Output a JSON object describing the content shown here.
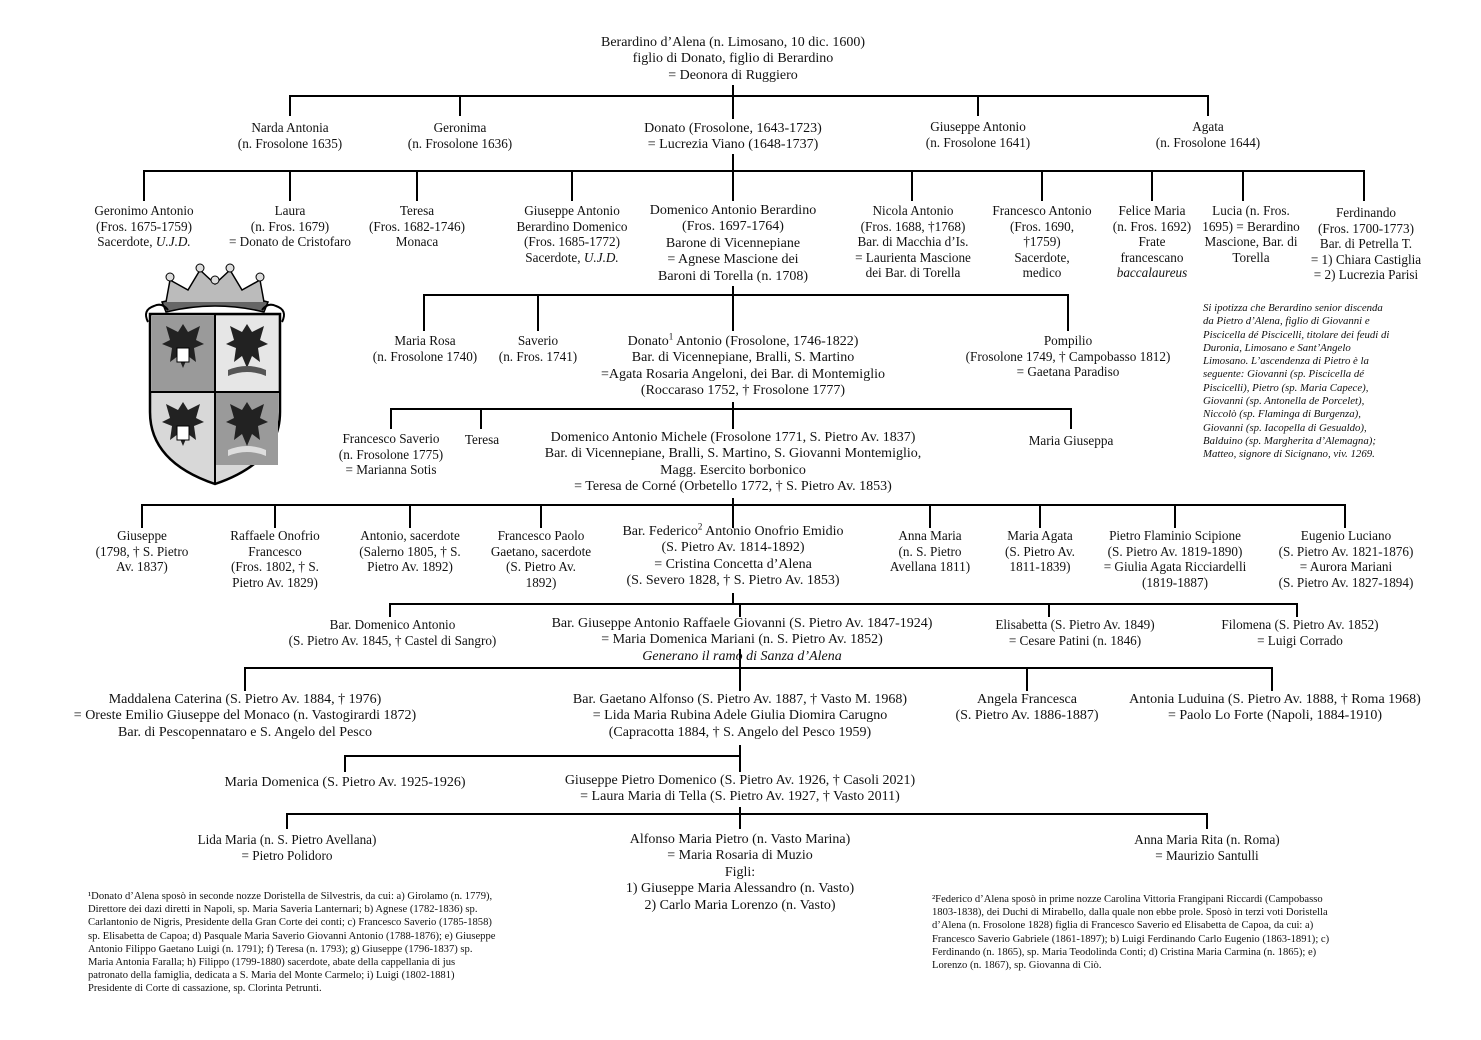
{
  "persons": {
    "berardino": [
      "Berardino d’Alena (n. Limosano, 10 dic. 1600)",
      "figlio di Donato, figlio di Berardino",
      "= Deonora di Ruggiero"
    ],
    "narda": [
      "Narda Antonia",
      "(n. Frosolone 1635)"
    ],
    "geronima": [
      "Geronima",
      "(n. Frosolone 1636)"
    ],
    "donato": [
      "Donato (Frosolone, 1643-1723)",
      "= Lucrezia Viano (1648-1737)"
    ],
    "giuseppe_antonio": [
      "Giuseppe Antonio",
      "(n. Frosolone 1641)"
    ],
    "agata": [
      "Agata",
      "(n. Frosolone 1644)"
    ],
    "geronimo_antonio": [
      "Geronimo Antonio",
      "(Fros. 1675-1759)",
      "Sacerdote, "
    ],
    "geronimo_ujd": "U.J.D.",
    "laura": [
      "Laura",
      "(n. Fros. 1679)",
      "= Donato de Cristofaro"
    ],
    "teresa1": [
      "Teresa",
      "(Fros. 1682-1746)",
      "Monaca"
    ],
    "giuseppe_antonio_bd": [
      "Giuseppe Antonio",
      "Berardino Domenico",
      "(Fros. 1685-1772)",
      "Sacerdote, "
    ],
    "giuseppe_ujd": "U.J.D.",
    "domenico_antonio_berardino": [
      "Domenico Antonio Berardino",
      "(Fros. 1697-1764)",
      "Barone di Vicennepiane",
      "= Agnese Mascione dei",
      "Baroni di Torella (n. 1708)"
    ],
    "nicola_antonio": [
      "Nicola Antonio",
      "(Fros. 1688, †1768)",
      "Bar. di Macchia d’Is.",
      "= Laurienta Mascione",
      "dei Bar. di Torella"
    ],
    "francesco_antonio": [
      "Francesco Antonio",
      "(Fros. 1690,",
      "†1759)",
      "Sacerdote,",
      "medico"
    ],
    "felice_maria": [
      "Felice Maria",
      "(n. Fros. 1692)",
      "Frate",
      "francescano"
    ],
    "felice_baccalaureus": "baccalaureus",
    "lucia": [
      "Lucia (n. Fros.",
      "1695) = Berardino",
      "Mascione, Bar. di",
      "Torella"
    ],
    "ferdinando": [
      "Ferdinando",
      "(Fros. 1700-1773)",
      "Bar. di Petrella T.",
      "= 1) Chiara Castiglia",
      "= 2) Lucrezia Parisi"
    ],
    "maria_rosa": [
      "Maria Rosa",
      "(n. Frosolone 1740)"
    ],
    "saverio": [
      "Saverio",
      "(n. Fros. 1741)"
    ],
    "donato2_pre": "Donato",
    "donato2_sup": "1",
    "donato2_post": " Antonio (Frosolone, 1746-1822)",
    "donato2": [
      "Bar. di Vicennepiane, Bralli, S. Martino",
      "=Agata Rosaria Angeloni, dei Bar. di Montemiglio",
      "(Roccaraso 1752, † Frosolone 1777)"
    ],
    "pompilio": [
      "Pompilio",
      "(Frosolone 1749, † Campobasso 1812)",
      "= Gaetana Paradiso"
    ],
    "francesco_saverio": [
      "Francesco Saverio",
      "(n. Frosolone 1775)",
      "= Marianna Sotis"
    ],
    "teresa2": [
      "Teresa"
    ],
    "domenico_antonio_michele": [
      "Domenico Antonio Michele (Frosolone 1771, S. Pietro Av. 1837)",
      "Bar. di Vicennepiane, Bralli, S. Martino, S. Giovanni Montemiglio,",
      "Magg. Esercito borbonico",
      "= Teresa de Corné (Orbetello 1772, † S. Pietro Av. 1853)"
    ],
    "maria_giuseppa": [
      "Maria Giuseppa"
    ],
    "giuseppe1798": [
      "Giuseppe",
      "(1798, † S. Pietro",
      "Av. 1837)"
    ],
    "raffaele": [
      "Raffaele Onofrio",
      "Francesco",
      "(Fros. 1802, † S.",
      "Pietro Av. 1829)"
    ],
    "antonio_sac": [
      "Antonio, sacerdote",
      "(Salerno 1805, † S.",
      "Pietro Av. 1892)"
    ],
    "francesco_paolo": [
      "Francesco Paolo",
      "Gaetano, sacerdote",
      "(S. Pietro Av.",
      "1892)"
    ],
    "federico_pre": "Bar. Federico",
    "federico_sup": "2",
    "federico_post": " Antonio Onofrio Emidio",
    "federico": [
      "(S. Pietro Av. 1814-1892)",
      "= Cristina Concetta d’Alena",
      "(S. Severo 1828, † S. Pietro Av. 1853)"
    ],
    "anna_maria": [
      "Anna Maria",
      "(n. S. Pietro",
      "Avellana 1811)"
    ],
    "maria_agata": [
      "Maria Agata",
      "(S. Pietro Av.",
      "1811-1839)"
    ],
    "pietro_flaminio": [
      "Pietro Flaminio Scipione",
      "(S. Pietro Av. 1819-1890)",
      "= Giulia Agata Ricciardelli",
      "(1819-1887)"
    ],
    "eugenio": [
      "Eugenio Luciano",
      "(S. Pietro Av. 1821-1876)",
      "= Aurora Mariani",
      "(S. Pietro Av. 1827-1894)"
    ],
    "domenico_antonio_bar": [
      "Bar. Domenico Antonio",
      "(S. Pietro Av. 1845, † Castel di Sangro)"
    ],
    "giuseppe_raffaele": [
      "Bar. Giuseppe Antonio Raffaele Giovanni (S. Pietro Av. 1847-1924)",
      "= Maria Domenica Mariani (n. S. Pietro Av. 1852)"
    ],
    "generano": "Generano il ramo di Sanza d’Alena",
    "elisabetta": [
      "Elisabetta (S. Pietro Av. 1849)",
      "= Cesare Patini (n. 1846)"
    ],
    "filomena": [
      "Filomena (S. Pietro Av. 1852)",
      "= Luigi Corrado"
    ],
    "maddalena": [
      "Maddalena Caterina (S. Pietro Av. 1884, † 1976)",
      "= Oreste Emilio Giuseppe del Monaco (n. Vastogirardi 1872)",
      "Bar. di Pescopennataro e S. Angelo del Pesco"
    ],
    "gaetano": [
      "Bar. Gaetano Alfonso (S. Pietro Av. 1887, † Vasto M. 1968)",
      "= Lida Maria Rubina Adele Giulia Diomira Carugno",
      "(Capracotta 1884, † S. Angelo del Pesco 1959)"
    ],
    "angela": [
      "Angela Francesca",
      "(S. Pietro Av. 1886-1887)"
    ],
    "antonia": [
      "Antonia Luduina (S. Pietro Av. 1888, † Roma 1968)",
      "= Paolo Lo Forte (Napoli, 1884-1910)"
    ],
    "maria_domenica": [
      "Maria Domenica (S. Pietro Av. 1925-1926)"
    ],
    "giuseppe_pietro": [
      "Giuseppe Pietro Domenico (S. Pietro Av. 1926, † Casoli 2021)",
      "= Laura Maria di Tella (S. Pietro Av. 1927, † Vasto 2011)"
    ],
    "lida": [
      "Lida Maria (n. S. Pietro Avellana)",
      "= Pietro Polidoro"
    ],
    "alfonso": [
      "Alfonso Maria Pietro (n. Vasto Marina)",
      "= Maria Rosaria di Muzio",
      "Figli:",
      "1) Giuseppe Maria Alessandro (n. Vasto)",
      "2) Carlo Maria Lorenzo (n. Vasto)"
    ],
    "anna_maria_rita": [
      "Anna Maria Rita (n. Roma)",
      "= Maurizio Santulli"
    ]
  },
  "notes": {
    "origin": [
      "Si ipotizza che Berardino senior discenda",
      "da Pietro d’Alena, figlio di Giovanni e",
      "Piscicella dé Piscicelli, titolare dei feudi di",
      "Duronia, Limosano e Sant’Angelo",
      "Limosano. L’ascendenza di Pietro è la",
      "seguente: Giovanni (sp. Piscicella dé",
      "Piscicelli), Pietro (sp. Maria Capece),",
      "Giovanni (sp. Antonella de Porcelet),",
      "Niccolò (sp. Flaminga di Burgenza),",
      "Giovanni (sp. Iacopella di Gesualdo),",
      "Balduino (sp. Margherita d’Alemagna);",
      "Matteo, signore di Sicignano, viv. 1269."
    ],
    "footnote1": [
      "¹Donato d’Alena sposò in seconde nozze Doristella de Silvestris, da cui: a) Girolamo (n. 1779),",
      "Direttore dei dazi diretti in Napoli, sp. Maria Saveria Lanternari; b) Agnese (1782-1836) sp.",
      "Carlantonio de Nigris, Presidente della Gran Corte dei conti; c) Francesco Saverio (1785-1858)",
      "sp. Elisabetta de Capoa; d) Pasquale Maria Saverio Giovanni Antonio (1788-1876); e) Giuseppe",
      "Antonio Filippo Gaetano Luigi (n. 1791); f) Teresa (n. 1793); g) Giuseppe (1796-1837) sp.",
      "Maria Antonia Faralla; h) Filippo (1799-1880) sacerdote, abate della cappellania di jus",
      "patronato della famiglia, dedicata a S. Maria del Monte Carmelo; i) Luigi (1802-1881)",
      "Presidente di Corte di cassazione, sp. Clorinta Petrunti."
    ],
    "footnote2": [
      "²Federico d’Alena sposò in prime nozze Carolina Vittoria Frangipani Riccardi (Campobasso",
      "1803-1838), dei Duchi di Mirabello, dalla quale non ebbe prole. Sposò in terzi voti Doristella",
      "d’Alena (n. Frosolone 1828) figlia di Francesco Saverio ed Elisabetta de Capoa, da cui: a)",
      "Francesco Saverio Gabriele (1861-1897); b) Luigi Ferdinando Carlo Eugenio (1863-1891); c)",
      "Ferdinando (n. 1865), sp. Maria Teodolinda Conti; d) Cristina Maria Carmina (n. 1865); e)",
      "Lorenzo (n. 1867), sp. Giovanna di Ciò."
    ]
  },
  "crest": {
    "icon": "coat-of-arms-icon"
  }
}
